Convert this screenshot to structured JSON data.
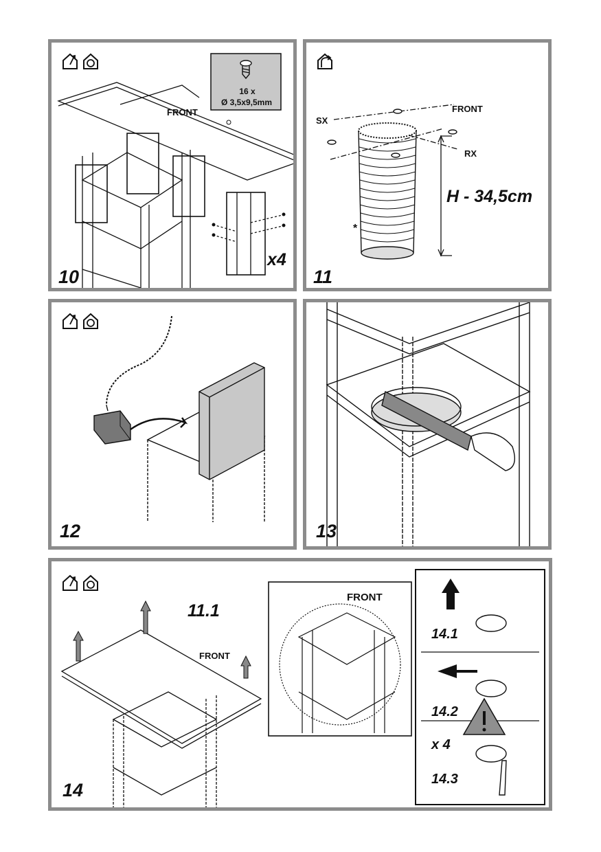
{
  "colors": {
    "frame": "#8c8c8c",
    "ink": "#111111",
    "fill_grey": "#c8c8c8",
    "warning_grey": "#8f8f8f"
  },
  "icons": [
    "house-exhaust-icon",
    "house-recirculation-icon",
    "screw-icon",
    "warning-icon",
    "arrow-up-icon",
    "arrow-left-icon",
    "screwdriver-icon"
  ],
  "step10": {
    "number": "10",
    "screw_qty": "16 x",
    "screw_size": "Ø 3,5x9,5mm",
    "front_label": "FRONT",
    "multiplier": "x4"
  },
  "step11": {
    "number": "11",
    "front_label": "FRONT",
    "left_label": "SX",
    "right_label": "RX",
    "height_label": "H - 34,5cm",
    "asterisk": "*"
  },
  "step12": {
    "number": "12"
  },
  "step13": {
    "number": "13"
  },
  "step14": {
    "number": "14",
    "ref_label": "11.1",
    "front_label": "FRONT",
    "detail_front_label": "FRONT",
    "sub_steps": [
      {
        "label": "14.1"
      },
      {
        "label": "14.2"
      },
      {
        "label": "14.3"
      }
    ],
    "multiplier": "x 4"
  }
}
